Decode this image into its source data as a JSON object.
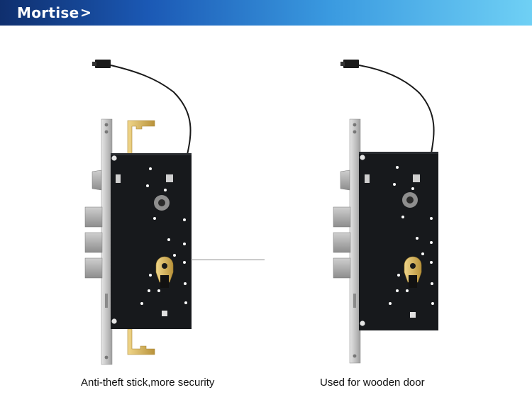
{
  "header": {
    "title": "Mortise",
    "chevron": ">"
  },
  "products": [
    {
      "caption": "Anti-theft stick,more security",
      "icon": "mortise-lock-with-anti-theft-hooks"
    },
    {
      "caption": "Used for wooden door",
      "icon": "mortise-lock"
    }
  ],
  "colors": {
    "banner_start": "#0f2f6e",
    "banner_end": "#6fd0f5",
    "lock_body": "#16181b",
    "faceplate": "#c9c9c9",
    "brass": "#d9b85c"
  }
}
